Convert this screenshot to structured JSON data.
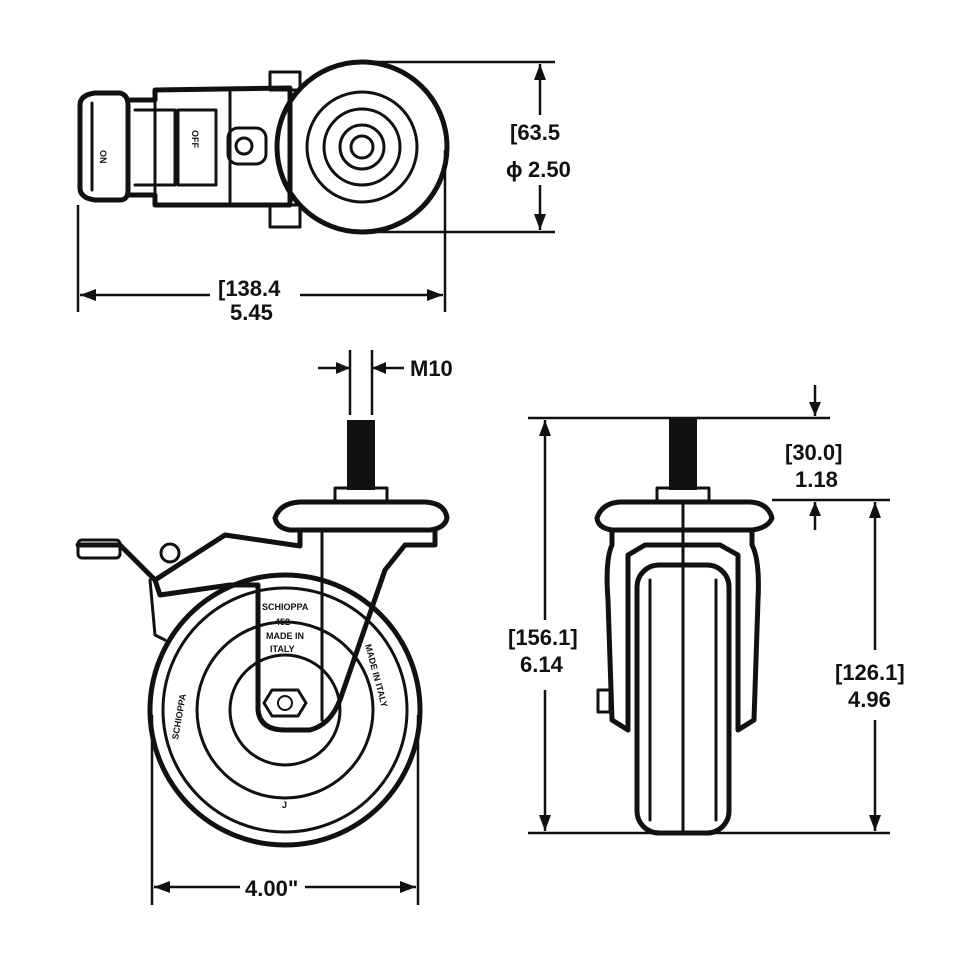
{
  "top_view": {
    "overall_length_mm": "[138.4",
    "overall_length_in": "5.45",
    "wheel_dia_mm": "[63.5",
    "wheel_dia_in": "2.50",
    "lock_label_on": "ON",
    "lock_label_off": "OFF"
  },
  "side_view": {
    "thread_label": "M10",
    "wheel_dia": "4.00\"",
    "brand_text": "SCHIOPPA",
    "housing_text_1": "SCHIOPPA",
    "housing_text_2": "452",
    "housing_text_3": "MADE IN",
    "housing_text_4": "ITALY",
    "made_in_text": "MADE IN ITALY",
    "wheel_code": "J"
  },
  "front_view": {
    "stem_height_mm": "[30.0]",
    "stem_height_in": "1.18",
    "overall_height_mm": "[156.1]",
    "overall_height_in": "6.14",
    "plate_height_mm": "[126.1]",
    "plate_height_in": "4.96"
  }
}
